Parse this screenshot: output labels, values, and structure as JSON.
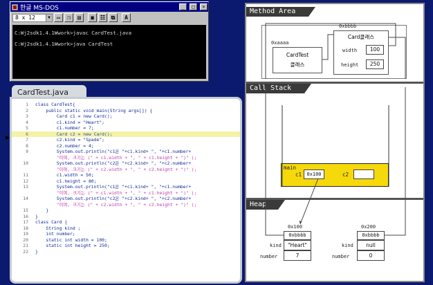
{
  "dos": {
    "title": "한글 MS-DOS",
    "font_size_select": "8 x 12",
    "toolbar_buttons": [
      "A"
    ],
    "lines": [
      "C:Wj2sdk1.4.1Wwork>javac CardTest.java",
      "C:Wj2sdk1.4.1Wwork>java CardTest"
    ]
  },
  "code": {
    "tab": "CardTest.java",
    "lines": [
      {
        "n": "1",
        "t": "class CardTest{"
      },
      {
        "n": "2",
        "t": "    public static void main(String args[]) {"
      },
      {
        "n": "3",
        "t": "        Card c1 = new Card();"
      },
      {
        "n": "4",
        "t": "        c1.kind = \"Heart\";"
      },
      {
        "n": "5",
        "t": "        c1.number = 7;"
      },
      {
        "n": "6",
        "t": "        Card c2 = new Card();",
        "hl": true
      },
      {
        "n": "7",
        "t": "        c2.kind = \"Spade\";"
      },
      {
        "n": "8",
        "t": "        c2.number = 4;"
      },
      {
        "n": "9",
        "t": "        System.out.println(\"c1은 \"+c1.kind+ \", \"+c1.number+",
        "t2": "        \"이며, 크기는 (\" + c1.width + \", \" + c1.height + \")\" );"
      },
      {
        "n": "10",
        "t": "        System.out.println(\"c2은 \"+c2.kind+ \", \"+c2.number+",
        "t2": "        \"이며, 크기는 (\" + c2.width + \", \" + c2.height + \")\" );"
      },
      {
        "n": "11",
        "t": "        c1.width = 50;"
      },
      {
        "n": "12",
        "t": "        c1.height = 80;"
      },
      {
        "n": "13",
        "t": "        System.out.println(\"c1은 \"+c1.kind+ \", \"+c1.number+",
        "t2": "        \"이며, 크기는 (\" + c1.width + \", \" + c1.height + \")\" );"
      },
      {
        "n": "14",
        "t": "        System.out.println(\"c2은 \"+c2.kind+ \", \"+c2.number+",
        "t2": "        \"이며, 크기는 (\" + c2.width + \", \" + c2.height + \")\" );"
      },
      {
        "n": "15",
        "t": "    }"
      },
      {
        "n": "16",
        "t": "}"
      },
      {
        "n": "17",
        "t": "class Card {"
      },
      {
        "n": "18",
        "t": "    String kind ;"
      },
      {
        "n": "19",
        "t": "    int number;"
      },
      {
        "n": "20",
        "t": "    static int width = 100;"
      },
      {
        "n": "21",
        "t": "    static int height = 250;"
      },
      {
        "n": "22",
        "t": "}"
      }
    ]
  },
  "memory": {
    "method_area_title": "Method Area",
    "call_stack_title": "Call Stack",
    "heap_title": "Heap",
    "cardtest_addr": "0xaaaa",
    "cardtest_name": "CardTest",
    "cardtest_sub": "클래스",
    "card_addr": "0xbbbb",
    "card_name": "Card클래스",
    "width_label": "width",
    "width_value": "100",
    "height_label": "height",
    "height_value": "250",
    "frame_name": "main",
    "c1_label": "c1",
    "c1_value": "0x100",
    "c2_label": "c2",
    "c2_value": "",
    "obj1_addr": "0x100",
    "obj1_class": "0xbbbb",
    "obj1_kind_label": "kind",
    "obj1_kind": "\"Heart\"",
    "obj1_number_label": "number",
    "obj1_number": "7",
    "obj2_addr": "0x200",
    "obj2_class": "0xbbbb",
    "obj2_kind_label": "kind",
    "obj2_kind": "null",
    "obj2_number_label": "number",
    "obj2_number": "0"
  }
}
